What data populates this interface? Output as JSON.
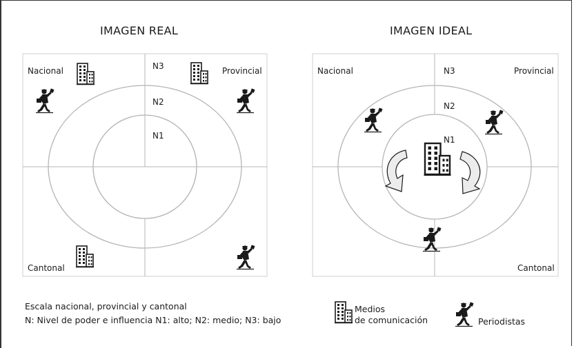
{
  "panels": {
    "real": {
      "title": "IMAGEN REAL",
      "labels": {
        "nacional": "Nacional",
        "provincial": "Provincial",
        "cantonal": "Cantonal",
        "n1": "N1",
        "n2": "N2",
        "n3": "N3"
      }
    },
    "ideal": {
      "title": "IMAGEN IDEAL",
      "labels": {
        "nacional": "Nacional",
        "provincial": "Provincial",
        "cantonal": "Cantonal",
        "n1": "N1",
        "n2": "N2",
        "n3": "N3"
      }
    }
  },
  "legend": {
    "line1": "Escala nacional, provincial y cantonal",
    "line2": "N: Nivel de poder e influencia N1: alto; N2: medio; N3: bajo",
    "media_line1": "Medios",
    "media_line2": "de comunicación",
    "journalists": "Periodistas"
  },
  "icons": {
    "media": "building-icon",
    "journalist": "journalist-icon",
    "arrow": "curved-arrow-icon"
  },
  "colors": {
    "lines": "#b5b5b5",
    "ink": "#1a1a1a",
    "arrow_fill": "#ececec"
  }
}
